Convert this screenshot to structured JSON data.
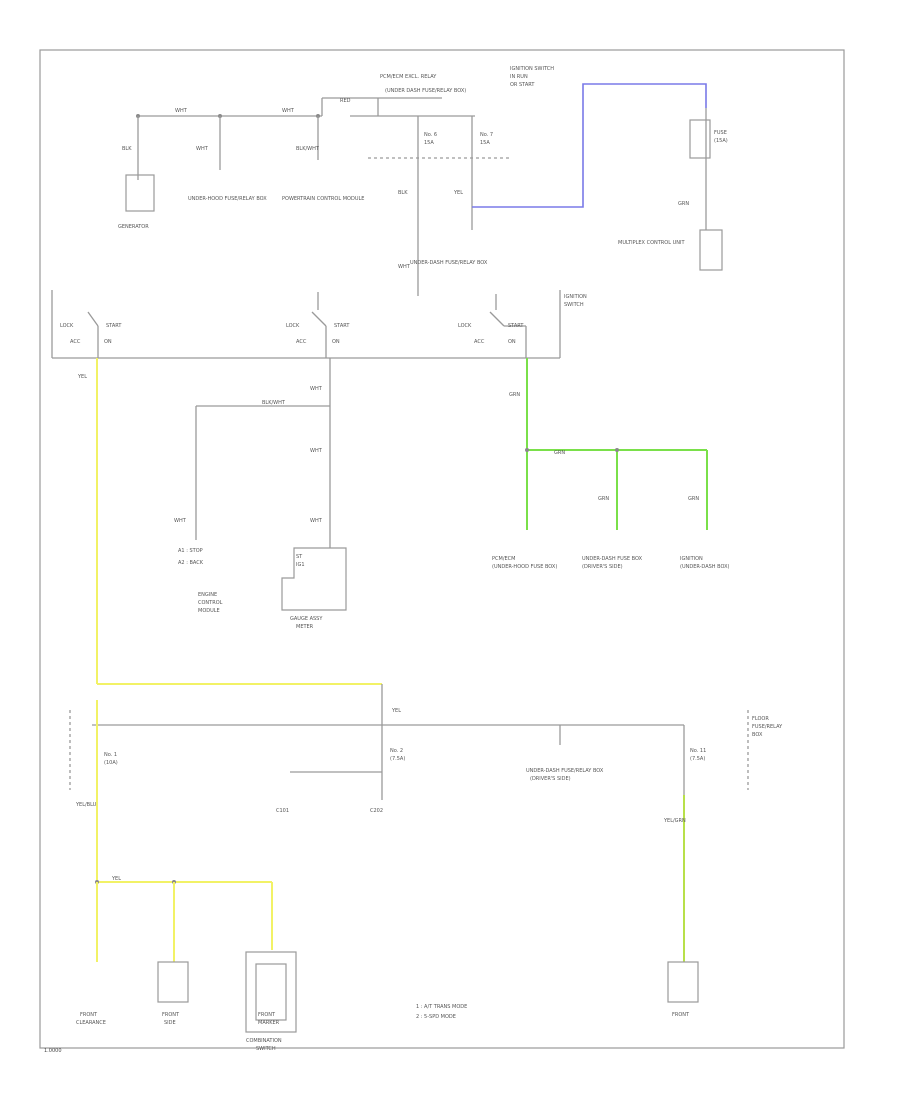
{
  "colors": {
    "wire_default": "#9a9a9a",
    "wire_yellow": "#f2f266",
    "wire_green": "#7ae04a",
    "wire_blue": "#7a7ae8",
    "wire_yellow_green": "#b8e04a"
  },
  "footer": {
    "code": "1.0000"
  },
  "top": {
    "relay_label": "PCM/ECM EXCL. RELAY",
    "relay_sub": "(UNDER DASH FUSE/RELAY BOX)",
    "right_label": "IGNITION SWITCH",
    "right_label2": "IN RUN",
    "right_label3": "OR START",
    "fuse_no6": "No. 6",
    "fuse_no7": "No. 7",
    "fuse_15a_a": "15A",
    "fuse_15a_b": "15A",
    "fuse_right": "FUSE",
    "fuse_right_b": "(15A)",
    "wire_red": "RED",
    "wire_blk_a": "BLK",
    "wire_blk_b": "BLK/WHT",
    "wire_wht_a": "WHT",
    "wire_wht_b": "WHT",
    "wire_yel": "YEL",
    "wire_grn": "GRN",
    "gen_label": "GENERATOR",
    "sensor_label": "UNDER-HOOD FUSE/RELAY BOX",
    "pcm_label": "POWERTRAIN CONTROL MODULE",
    "fuse_box_label": "UNDER-DASH FUSE/RELAY BOX",
    "multi_label": "MULTIPLEX CONTROL UNIT"
  },
  "switch_row": {
    "sw1_a": "LOCK",
    "sw1_b": "START",
    "sw1_c": "ACC",
    "sw1_d": "ON",
    "sw2_a": "LOCK",
    "sw2_b": "START",
    "sw2_c": "ACC",
    "sw2_d": "ON",
    "sw3_a": "LOCK",
    "sw3_b": "START",
    "sw3_c": "ACC",
    "sw3_d": "ON",
    "ign_label": "IGNITION",
    "ign_label2": "SWITCH"
  },
  "mid": {
    "blk_wht": "BLK/WHT",
    "white_label": "WHT",
    "g1": "GRN",
    "g2": "GRN",
    "g3": "GRN",
    "g4": "GRN",
    "t1": "ST",
    "t2": "IG1",
    "connector_a": "A1 : STOP",
    "connector_b": "A2 : BACK",
    "engine_label": "ENGINE",
    "engine_label2": "CONTROL",
    "engine_label3": "MODULE",
    "gauge_label": "GAUGE ASSY",
    "gauge_label2": "METER",
    "c1_label": "PCM/ECM",
    "c1_sub": "(UNDER-HOOD FUSE BOX)",
    "c2_label": "UNDER-DASH FUSE BOX",
    "c2_sub": "(DRIVER'S SIDE)",
    "c3_label": "IGNITION",
    "c3_sub": "(UNDER-DASH BOX)"
  },
  "lower": {
    "fuse_no1": "No. 1",
    "fuse_no1b": "(10A)",
    "fuse_no2": "No. 2",
    "fuse_no2b": "(7.5A)",
    "fuse_box_mid": "UNDER-DASH FUSE/RELAY BOX",
    "fuse_box_mid2": "(DRIVER'S SIDE)",
    "fuse_right": "No. 11",
    "fuse_right_b": "(7.5A)",
    "right_note": "FLOOR",
    "right_note2": "FUSE/RELAY",
    "right_note3": "BOX",
    "wire_y1": "YEL",
    "wire_y2": "YEL",
    "wire_y3": "YEL",
    "wire_yb": "YEL/BLU",
    "wire_yg": "YEL/GRN",
    "c_a": "C101",
    "c_b": "C202",
    "lamp1": "FRONT",
    "lamp1b": "CLEARANCE",
    "lamp2": "FRONT",
    "lamp2b": "SIDE",
    "lamp3": "FRONT",
    "lamp3b": "MARKER",
    "lamp3c": "COMBINATION",
    "lamp3d": "SWITCH",
    "lamp4": "FRONT",
    "legend1": "1 : A/T TRANS MODE",
    "legend2": "2 : 5-SPD MODE"
  }
}
